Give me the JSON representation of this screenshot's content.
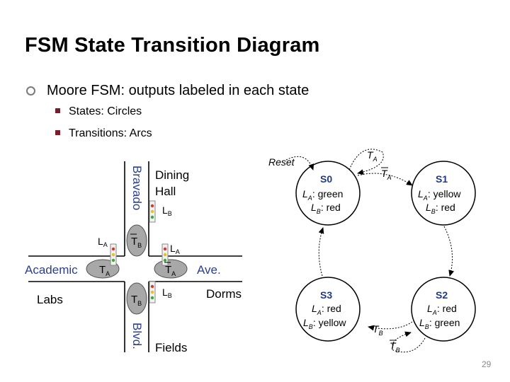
{
  "slide": {
    "title": "FSM State Transition Diagram",
    "bullet": "Moore FSM: outputs labeled in each state",
    "sub_bullets": [
      "States: Circles",
      "Transitions: Arcs"
    ],
    "page_number": "29"
  },
  "map": {
    "street_vertical": "Bravado",
    "street_vertical_bottom": "Blvd.",
    "street_horizontal_left": "Academic",
    "street_horizontal_right": "Ave.",
    "dining_line1": "Dining",
    "dining_line2": "Hall",
    "labs": "Labs",
    "dorms": "Dorms",
    "fields": "Fields",
    "light_a": "L",
    "light_b": "L",
    "sub_a": "A",
    "sub_b": "B",
    "sensor": "T"
  },
  "fsm": {
    "reset_label": "Reset",
    "states": [
      {
        "name": "S0",
        "out_a": ": green",
        "out_b": ": red"
      },
      {
        "name": "S1",
        "out_a": ": yellow",
        "out_b": ": red"
      },
      {
        "name": "S2",
        "out_a": ": red",
        "out_b": ": green"
      },
      {
        "name": "S3",
        "out_a": ": red",
        "out_b": ": yellow"
      }
    ],
    "var_l": "L",
    "var_t": "T",
    "sub_a": "A",
    "sub_b": "B"
  }
}
